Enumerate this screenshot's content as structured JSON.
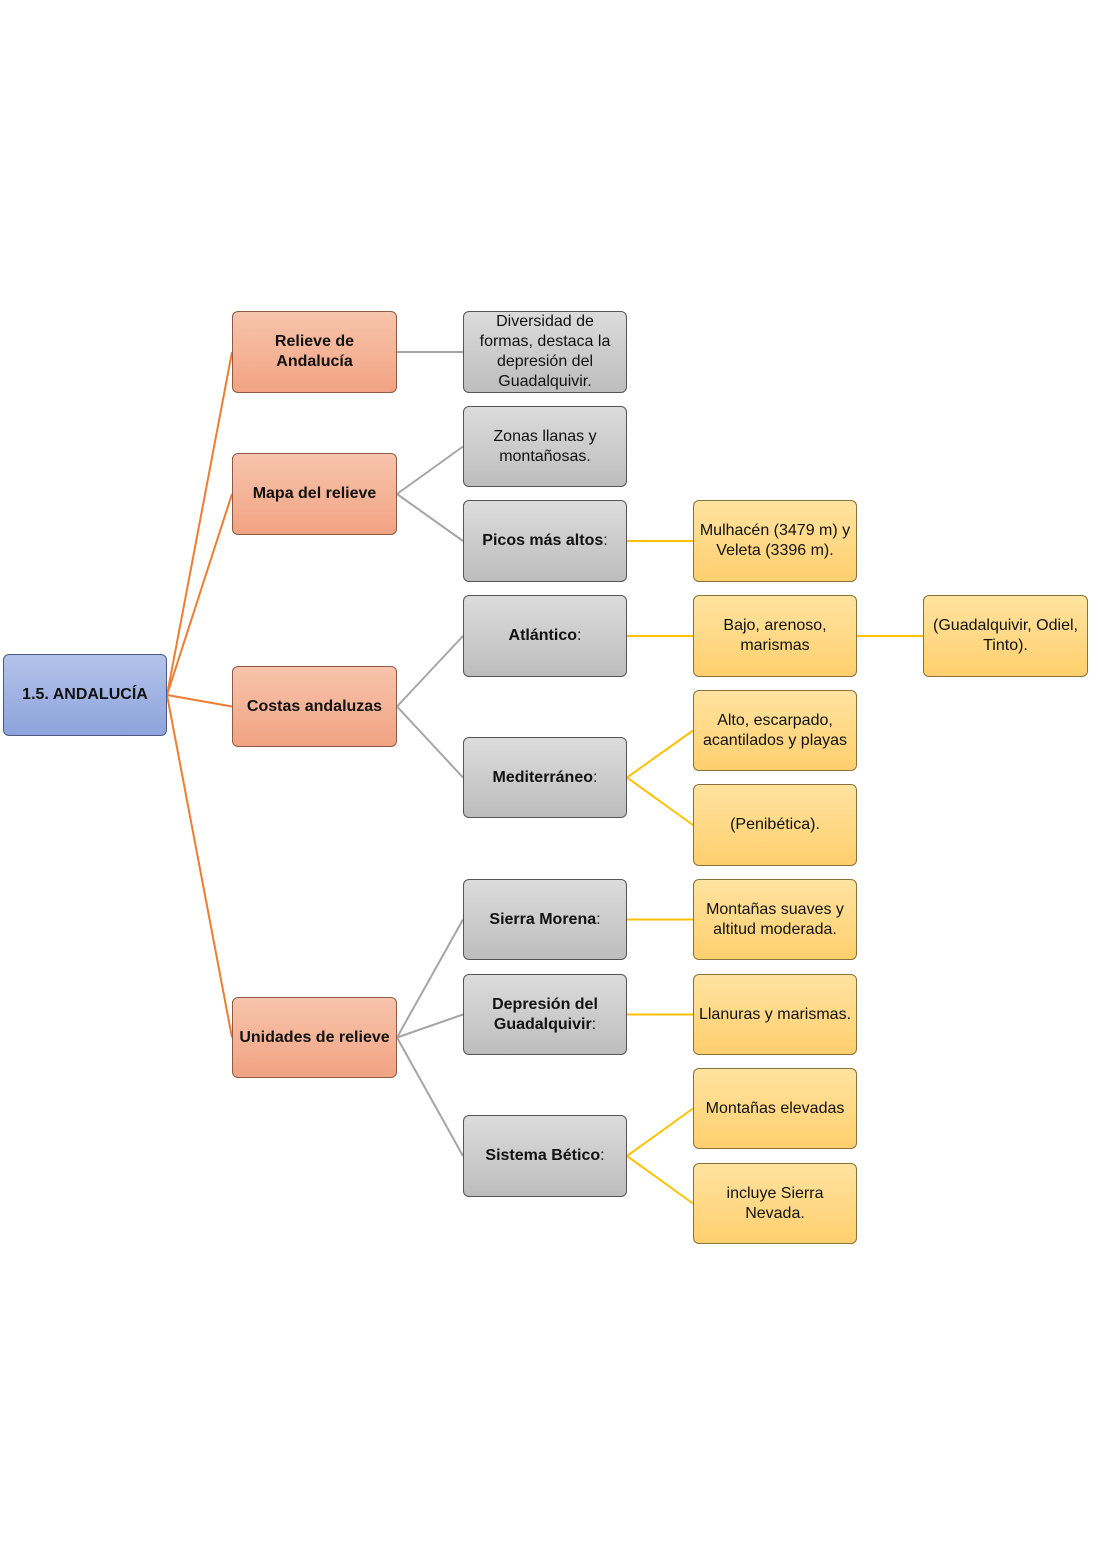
{
  "colors": {
    "root_fill": "#9fb2e3",
    "level1_fill": "#f4b092",
    "level2_fill": "#cccccc",
    "level3_fill": "#ffd883",
    "level1_connector": "#ed7d31",
    "level2_connector": "#a5a5a5",
    "level3_connector": "#ffc000"
  },
  "diagram": {
    "root": "1.5. ANDALUCÍA",
    "relieve_andalucia": "Relieve de Andalucía",
    "relieve_desc": "Diversidad de formas, destaca la depresión del Guadalquivir.",
    "mapa_relieve": "Mapa del relieve",
    "zonas": "Zonas llanas y montañosas.",
    "picos": "Picos más altos",
    "picos_desc": "Mulhacén (3479 m) y Veleta (3396 m).",
    "costas": "Costas andaluzas",
    "atlantico": "Atlántico",
    "atlantico_desc": "Bajo, arenoso, marismas",
    "atlantico_rios": "(Guadalquivir, Odiel, Tinto).",
    "mediterraneo": "Mediterráneo",
    "mediterraneo_desc": "Alto, escarpado, acantilados y playas",
    "mediterraneo_extra": "(Penibética).",
    "unidades": "Unidades de relieve",
    "sierra_morena": "Sierra Morena",
    "sierra_morena_desc": "Montañas suaves y altitud moderada.",
    "depresion": "Depresión del Guadalquivir",
    "depresion_desc": "Llanuras y marismas.",
    "sistema_betico": "Sistema Bético",
    "betico_desc": "Montañas elevadas",
    "betico_extra": "incluye Sierra Nevada.",
    "colon": ":"
  }
}
